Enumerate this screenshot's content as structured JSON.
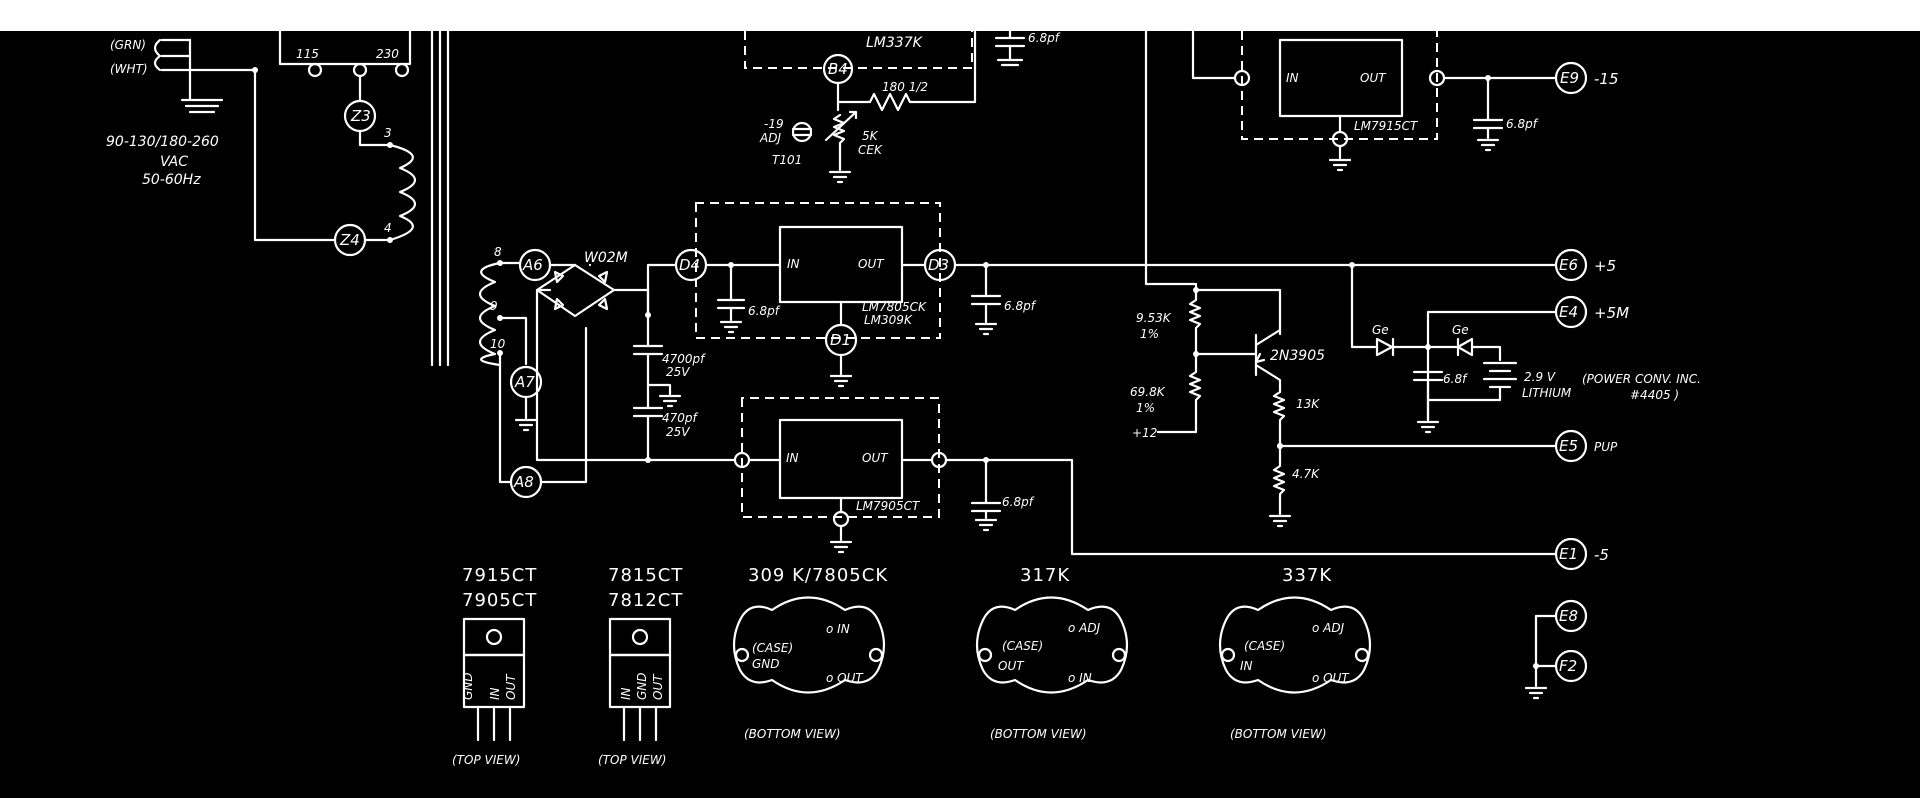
{
  "colors": {
    "background": "#000000",
    "ink": "#ffffff",
    "page": "#ffffff"
  },
  "mains": {
    "gnd": "(GRN)",
    "wht": "(WHT)",
    "voltage": "90-130/180-260",
    "vac": "VAC",
    "freq": "50-60Hz",
    "tap115": "115",
    "tap230": "230"
  },
  "transformer": {
    "pin3": "3",
    "pin4": "4",
    "pin8": "8",
    "pin9": "9",
    "pin10": "10"
  },
  "nodes": {
    "B4": "B4",
    "Z3": "Z3",
    "Z4": "Z4",
    "A6": "A6",
    "A7": "A7",
    "A8": "A8",
    "D4": "D4",
    "D3": "D3",
    "D1": "D1",
    "E9": "E9",
    "E6": "E6",
    "E4": "E4",
    "E5": "E5",
    "E1": "E1",
    "E8": "E8",
    "F2": "F2"
  },
  "regulators": {
    "lm337": "LM337K",
    "lm7915": "LM7915CT",
    "lm7805_line1": "LM7805CK",
    "lm7805_line2": "LM309K",
    "lm7905": "LM7905CT",
    "in": "IN",
    "out": "OUT",
    "out_alt": "OUT"
  },
  "components": {
    "r180": "180 1/2",
    "adj_v": "-19",
    "adj": "ADJ",
    "t101": "T101",
    "pot_val": "5K",
    "pot_type": "CEK",
    "bridge": "W02M",
    "c_top": "6.8pf",
    "c_e9": "6.8pf",
    "c_d4": "6.8pf",
    "c_d3": "6.8pf",
    "c4700": "4700pf",
    "c4700_v": "25V",
    "c470": "470pf",
    "c470_v": "25V",
    "c_5v": "6.8pf",
    "r953": "9.53K",
    "r953_tol": "1%",
    "r698": "69.8K",
    "r698_tol": "1%",
    "r698_note": "+12",
    "transistor": "2N3905",
    "r13k": "13K",
    "r47k": "4.7K",
    "ge1": "Ge",
    "ge2": "Ge",
    "c_bat": "6.8f",
    "battery": "2.9 V",
    "battery_type": "LITHIUM",
    "battery_note": "(POWER CONV. INC.",
    "battery_part": "#4405 )"
  },
  "outputs": {
    "e9": "-15",
    "e6": "+5",
    "e4": "+5M",
    "e5": "PUP",
    "e1": "-5"
  },
  "packages": {
    "p1_line1": "7915CT",
    "p1_line2": "7905CT",
    "p1_pins": [
      "GND",
      "IN",
      "OUT"
    ],
    "p1_view": "(TOP VIEW)",
    "p2_line1": "7815CT",
    "p2_line2": "7812CT",
    "p2_pins": [
      "IN",
      "GND",
      "OUT"
    ],
    "p2_view": "(TOP VIEW)",
    "p3_title": "309 K/7805CK",
    "p3_case": "(CASE)",
    "p3_case2": "GND",
    "p3_a": "o IN",
    "p3_b": "o OUT",
    "p3_view": "(BOTTOM VIEW)",
    "p4_title": "317K",
    "p4_case": "(CASE)",
    "p4_case2": "OUT",
    "p4_a": "o ADJ",
    "p4_b": "o IN",
    "p4_view": "(BOTTOM VIEW)",
    "p5_title": "337K",
    "p5_case": "(CASE)",
    "p5_case2": "IN",
    "p5_a": "o ADJ",
    "p5_b": "o OUT",
    "p5_view": "(BOTTOM VIEW)"
  }
}
